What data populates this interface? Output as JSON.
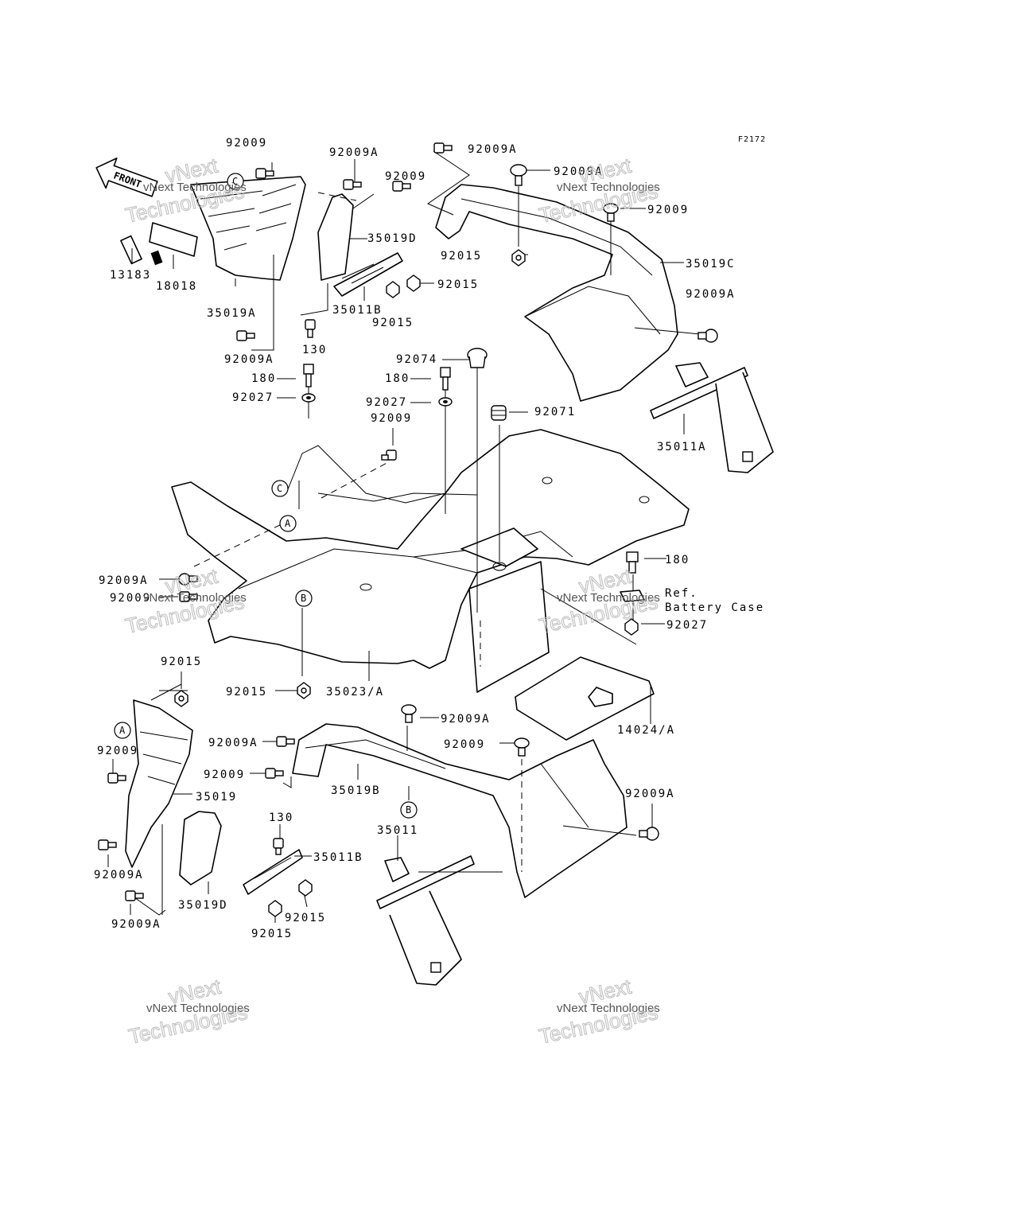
{
  "figure_code": "F2172",
  "front_arrow": "FRONT",
  "watermark": {
    "line1": "vNext Technologies",
    "line2": "vNext",
    "line3": "Technologies"
  },
  "callouts": {
    "a": "A",
    "b": "B",
    "c": "C"
  },
  "ref_note": {
    "line1": "Ref.",
    "line2": "Battery Case"
  },
  "parts": [
    "92009",
    "92009A",
    "92009A",
    "92009",
    "92009A",
    "92009",
    "35019D",
    "92015",
    "92015",
    "35019C",
    "13183",
    "18018",
    "35019A",
    "35011B",
    "92015",
    "92009A",
    "130",
    "92009A",
    "92074",
    "180",
    "180",
    "92027",
    "92027",
    "92071",
    "92009",
    "35011A",
    "180",
    "92009A",
    "92009",
    "92027",
    "92015",
    "35023/A",
    "92015",
    "14024/A",
    "92009A",
    "92009A",
    "92009",
    "92009",
    "92009",
    "35019",
    "35019B",
    "92009A",
    "130",
    "35011",
    "35011B",
    "92009A",
    "35019D",
    "92015",
    "92015",
    "92009A"
  ]
}
